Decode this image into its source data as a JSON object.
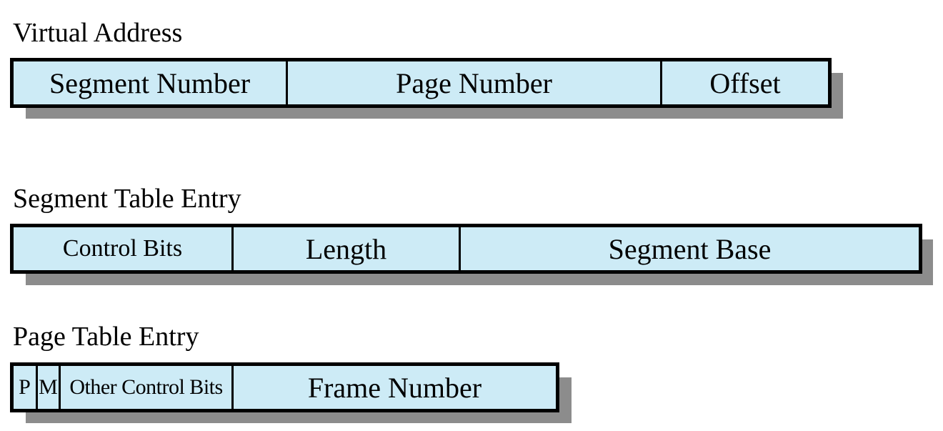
{
  "virtual_address": {
    "title": "Virtual Address",
    "fields": [
      "Segment Number",
      "Page Number",
      "Offset"
    ]
  },
  "segment_table_entry": {
    "title": "Segment Table Entry",
    "fields": [
      "Control Bits",
      "Length",
      "Segment Base"
    ]
  },
  "page_table_entry": {
    "title": "Page Table Entry",
    "fields": [
      "P",
      "M",
      "Other Control Bits",
      "Frame Number"
    ]
  },
  "colors": {
    "field_fill": "#cdebf6",
    "border": "#000000",
    "shadow": "#8c8c8c"
  }
}
